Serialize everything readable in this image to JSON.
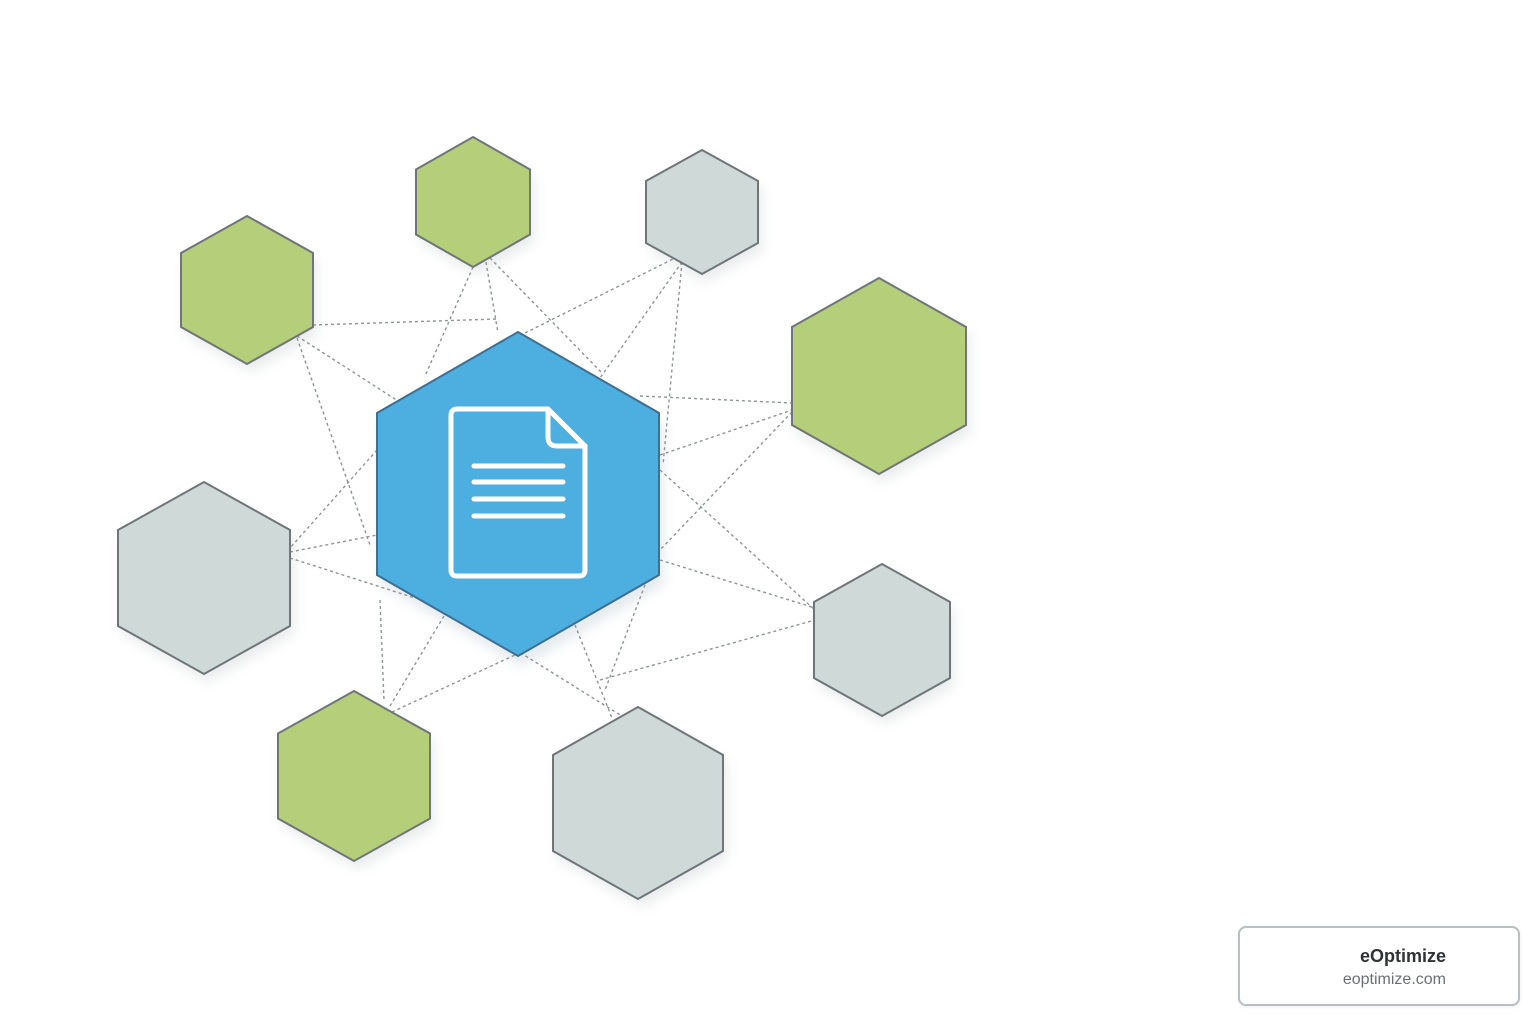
{
  "diagram": {
    "center_node": {
      "icon": "document-icon",
      "color": "#4daee0"
    },
    "node_colors": {
      "green": "#b5ce7a",
      "gray": "#cfd9d8",
      "outline": "#6f7578",
      "connector": "#8f9496"
    },
    "nodes": [
      {
        "id": "top-left",
        "color": "green"
      },
      {
        "id": "top-center",
        "color": "green"
      },
      {
        "id": "top-right",
        "color": "gray"
      },
      {
        "id": "right-large",
        "color": "green"
      },
      {
        "id": "left-large",
        "color": "gray"
      },
      {
        "id": "right-small",
        "color": "gray"
      },
      {
        "id": "bottom-left",
        "color": "green"
      },
      {
        "id": "bottom-center",
        "color": "gray"
      }
    ]
  },
  "brand": {
    "name": "eOptimize",
    "url": "eoptimize.com"
  }
}
